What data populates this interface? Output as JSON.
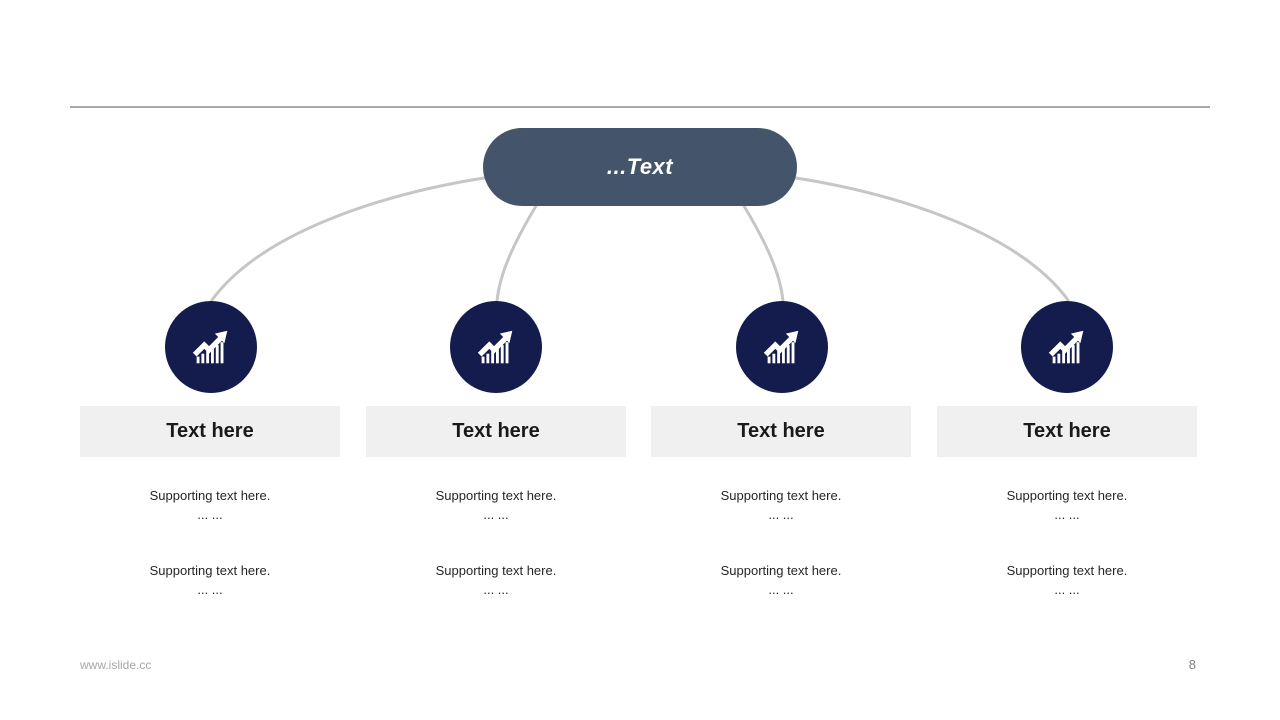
{
  "colors": {
    "pill-bg": "#44546a",
    "circle-bg": "#141b4d",
    "connector": "#c6c6c6",
    "rule": "#a9a9a9",
    "title-box-bg": "#f0f0f0",
    "title-text": "#1a1a1a",
    "support-text": "#262626",
    "footer-text": "#a6a6a6",
    "page-number": "#808080"
  },
  "root": {
    "label": "...Text"
  },
  "branches": [
    {
      "icon": "growth-chart-icon",
      "title": "Text here",
      "supports": [
        {
          "text": "Supporting text here.",
          "more": "... ..."
        },
        {
          "text": "Supporting text here.",
          "more": "... ..."
        }
      ]
    },
    {
      "icon": "growth-chart-icon",
      "title": "Text here",
      "supports": [
        {
          "text": "Supporting text here.",
          "more": "... ..."
        },
        {
          "text": "Supporting text here.",
          "more": "... ..."
        }
      ]
    },
    {
      "icon": "growth-chart-icon",
      "title": "Text here",
      "supports": [
        {
          "text": "Supporting text here.",
          "more": "... ..."
        },
        {
          "text": "Supporting text here.",
          "more": "... ..."
        }
      ]
    },
    {
      "icon": "growth-chart-icon",
      "title": "Text here",
      "supports": [
        {
          "text": "Supporting text here.",
          "more": "... ..."
        },
        {
          "text": "Supporting text here.",
          "more": "... ..."
        }
      ]
    }
  ],
  "footer": {
    "website": "www.islide.cc",
    "page_number": "8"
  }
}
